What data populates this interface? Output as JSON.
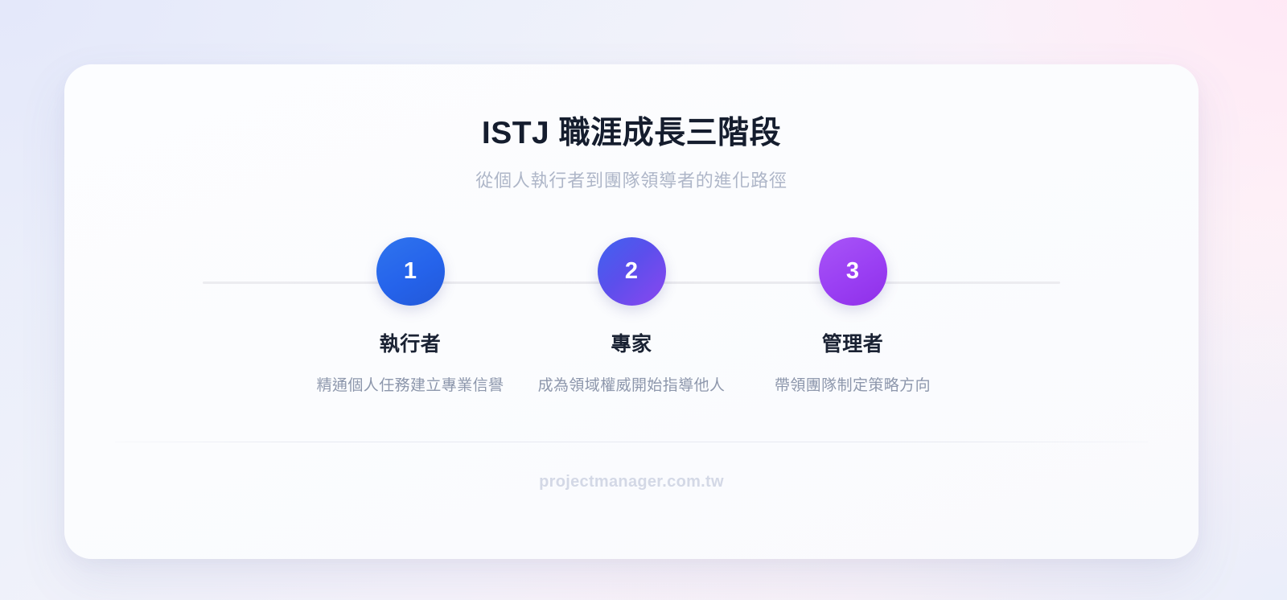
{
  "header": {
    "title": "ISTJ 職涯成長三階段",
    "subtitle": "從個人執行者到團隊領導者的進化路徑"
  },
  "steps": [
    {
      "number": "1",
      "title": "執行者",
      "description": "精通個人任務建立專業信譽",
      "color": "#2563eb"
    },
    {
      "number": "2",
      "title": "專家",
      "description": "成為領域權威開始指導他人",
      "color": "#5b4fec"
    },
    {
      "number": "3",
      "title": "管理者",
      "description": "帶領團隊制定策略方向",
      "color": "#9333ea"
    }
  ],
  "footer": {
    "site": "projectmanager.com.tw"
  },
  "theme": {
    "background_start": "#e9ecf9",
    "background_end": "#fbeef6",
    "card_background": "#fbfcfe",
    "title_color": "#151d2e",
    "subtitle_color": "#aeb6c8",
    "step_title_color": "#1a2233",
    "step_desc_color": "#8d97ac",
    "connector_color": "#e9e9ee",
    "divider_color": "#e7e9f1",
    "footer_color": "#d3d8e6"
  }
}
